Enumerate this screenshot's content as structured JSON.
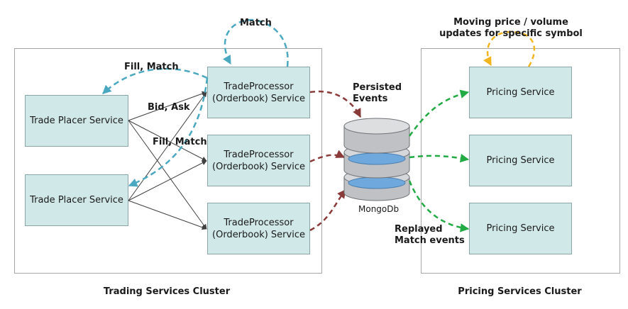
{
  "clusters": {
    "trading": {
      "label": "Trading Services Cluster"
    },
    "pricing": {
      "label": "Pricing Services Cluster"
    }
  },
  "trade_placers": [
    {
      "label": "Trade Placer Service"
    },
    {
      "label": "Trade Placer Service"
    }
  ],
  "trade_processors": [
    {
      "line1": "TradeProcessor",
      "line2": "(Orderbook) Service"
    },
    {
      "line1": "TradeProcessor",
      "line2": "(Orderbook) Service"
    },
    {
      "line1": "TradeProcessor",
      "line2": "(Orderbook) Service"
    }
  ],
  "pricing_services": [
    {
      "label": "Pricing Service"
    },
    {
      "label": "Pricing Service"
    },
    {
      "label": "Pricing Service"
    }
  ],
  "database": {
    "label": "MongoDb"
  },
  "edge_labels": {
    "match": "Match",
    "fill_match_top": "Fill, Match",
    "bid_ask": "Bid, Ask",
    "fill_match_mid": "Fill, Match",
    "persisted_events_1": "Persisted",
    "persisted_events_2": "Events",
    "replayed_1": "Replayed",
    "replayed_2": "Match events",
    "moving_price_1": "Moving price / volume",
    "moving_price_2": "updates for specific symbol"
  },
  "colors": {
    "service_fill": "#d1e8e8",
    "teal_arrow": "#4aa8c0",
    "maroon_arrow": "#8b3a3a",
    "green_arrow": "#22aa44",
    "gold_arrow": "#f2b51e",
    "grey_line": "#404040",
    "db_blue": "#6fa8dc"
  }
}
